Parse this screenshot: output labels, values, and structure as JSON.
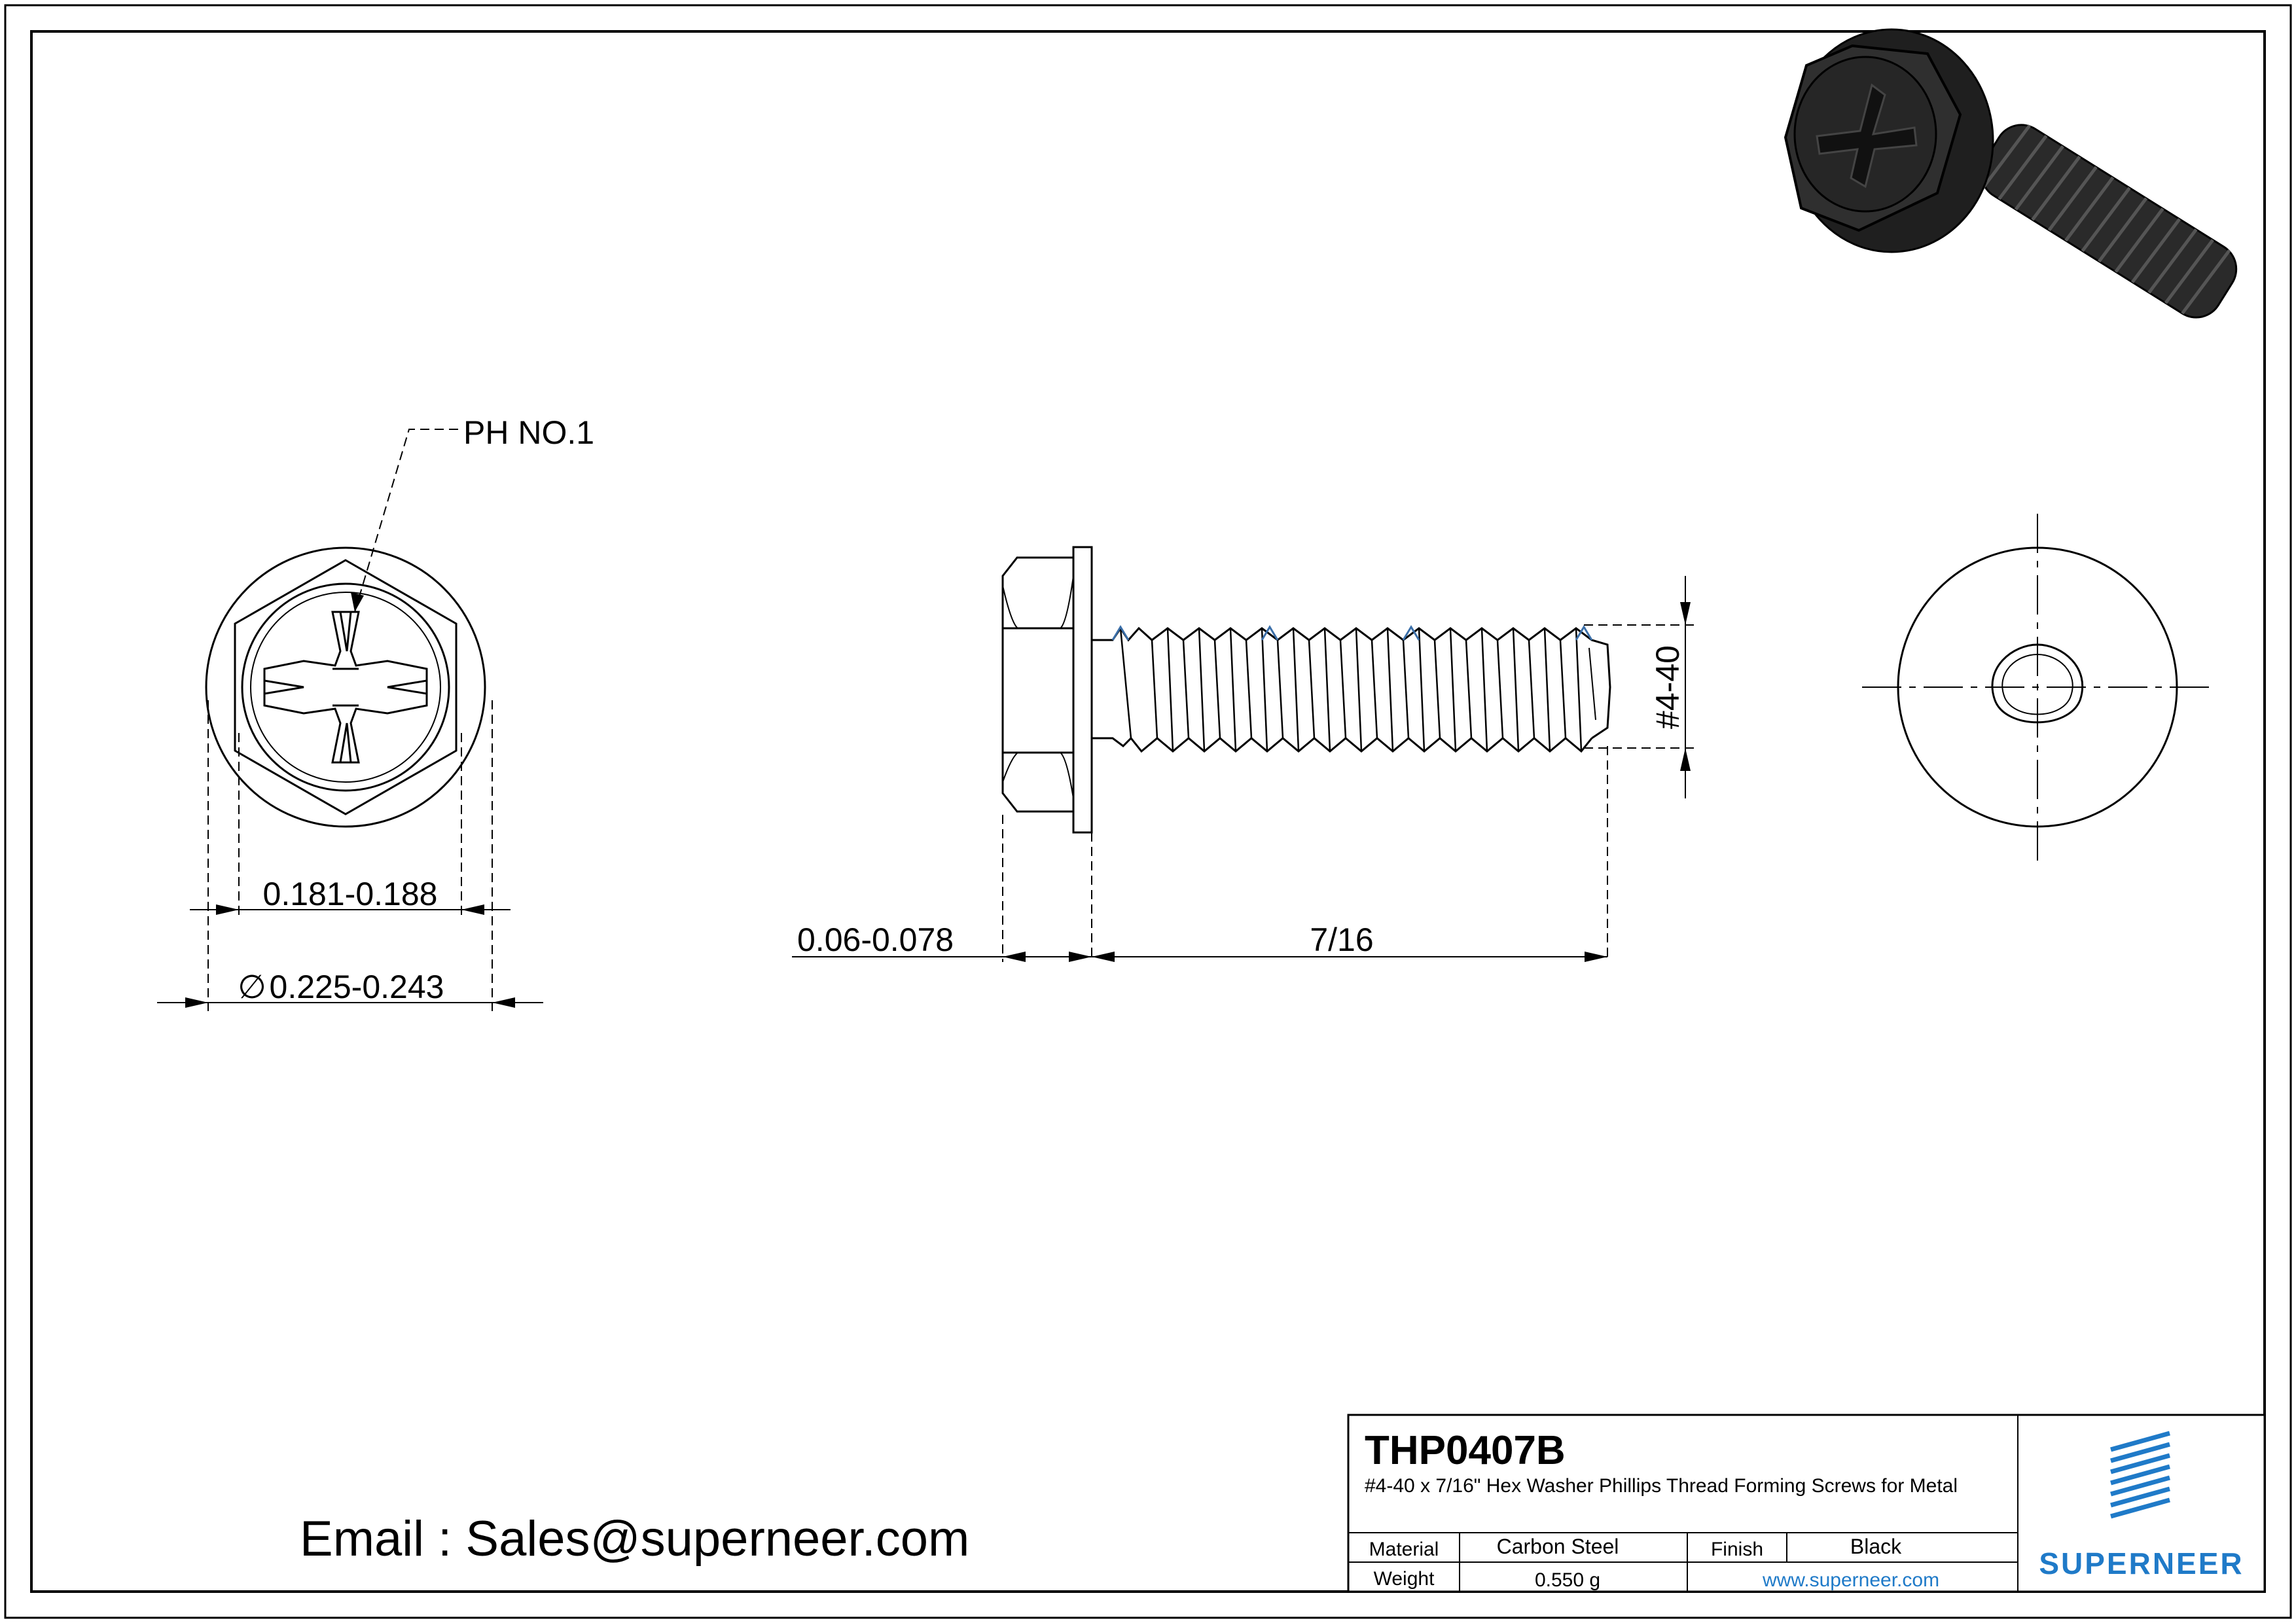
{
  "part": {
    "number": "THP0407B",
    "description": "#4-40 x 7/16\" Hex Washer Phillips Thread Forming Screws for Metal"
  },
  "title_block": {
    "material_label": "Material",
    "material_value": "Carbon Steel",
    "finish_label": "Finish",
    "finish_value": "Black",
    "weight_label": "Weight",
    "weight_value": "0.550 g",
    "website": "www.superneer.com",
    "brand": "SUPERNEER"
  },
  "contact": {
    "email": "Email : Sales@superneer.com"
  },
  "dimensions": {
    "drive": "PH NO.1",
    "hex_across_flats": "0.181-0.188",
    "washer_diameter_symbol": "∅",
    "washer_diameter": "0.225-0.243",
    "washer_thickness": "0.06-0.078",
    "length": "7/16",
    "thread": "#4-40"
  },
  "colors": {
    "line": "#000000",
    "brand_blue": "#1f7ac8",
    "thread_tip_blue": "#3a6ea8",
    "screw_black": "#2a2a2a"
  }
}
